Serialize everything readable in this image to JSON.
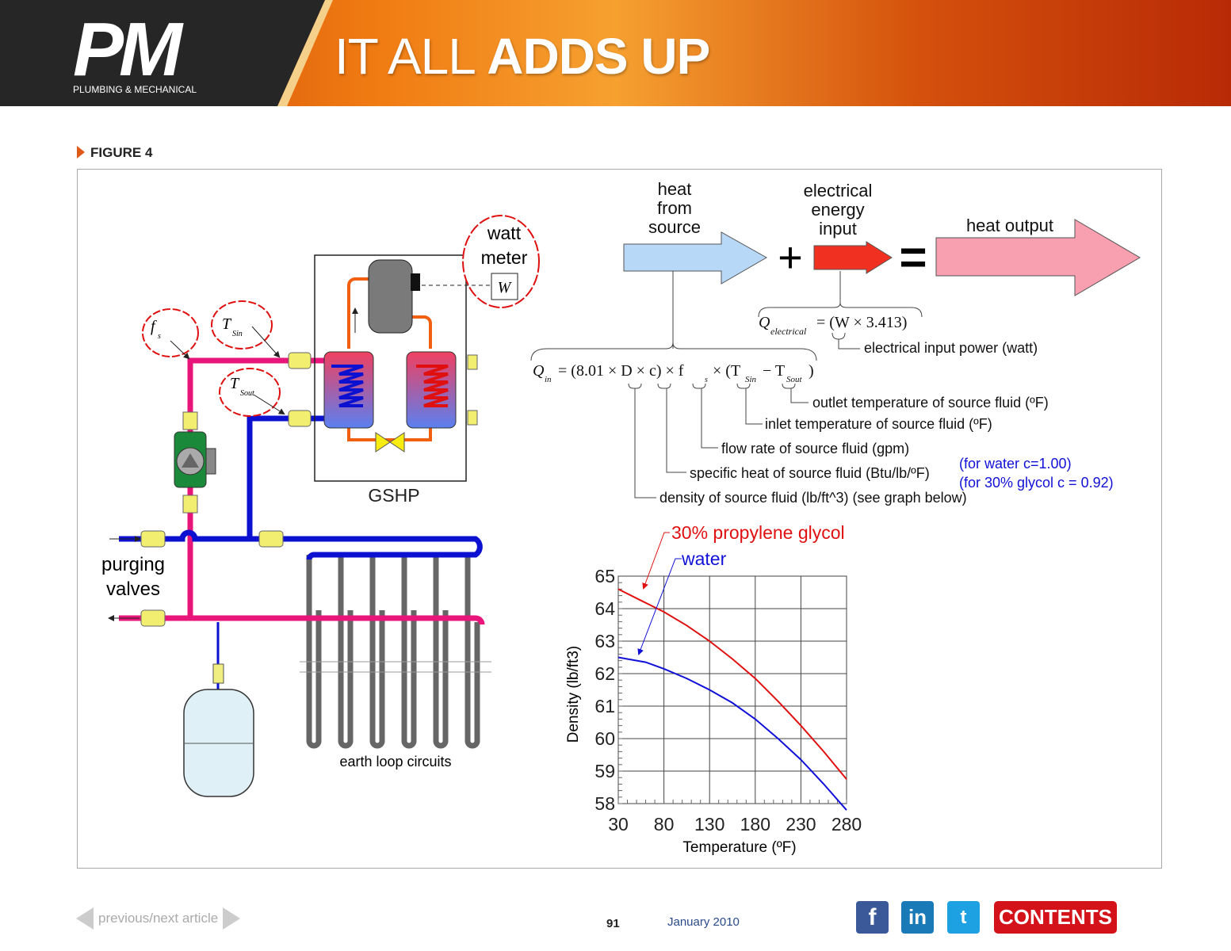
{
  "header": {
    "logo": "PM",
    "logo_sub": "PLUMBING & MECHANICAL",
    "headline_light": "IT ALL",
    "headline_bold": "ADDS UP"
  },
  "figure_label": "FIGURE 4",
  "diagram": {
    "watt_meter": [
      "watt",
      "meter"
    ],
    "watt_symbol": "W",
    "gshp": "GSHP",
    "fs": "f",
    "fs_sub": "s",
    "tsin": "T",
    "tsin_sub": "Sin",
    "tsout": "T",
    "tsout_sub": "Sout",
    "purging": [
      "purging",
      "valves"
    ],
    "earth_loop": "earth loop circuits"
  },
  "equation": {
    "heat_from_source": [
      "heat",
      "from",
      "source"
    ],
    "electrical_energy_input": [
      "electrical",
      "energy",
      "input"
    ],
    "heat_output": "heat output",
    "plus": "+",
    "equals": "=",
    "q_electrical": "Q",
    "q_electrical_sub": "electrical",
    "q_electrical_rhs": "= (W × 3.413)",
    "electrical_input_power": "electrical input power (watt)",
    "q_in": "Q",
    "q_in_sub": "in",
    "q_in_rhs": "= (8.01 × D × c) × f",
    "q_in_fs_sub": "s",
    "q_in_rest": "× (T",
    "q_in_tsin": "Sin",
    "q_in_minus": "− T",
    "q_in_tsout": "Sout",
    "q_in_close": ")",
    "outlet": "outlet temperature of source fluid (ºF)",
    "inlet": "inlet temperature of source fluid (ºF)",
    "flow": "flow rate of source fluid (gpm)",
    "specific_heat": "specific heat of source fluid (Btu/lb/ºF)",
    "water_c": "(for water c=1.00)",
    "glycol_c": "(for 30% glycol c = 0.92)",
    "density": "density of source fluid (lb/ft^3) (see graph below)"
  },
  "chart_data": {
    "type": "line",
    "xlabel": "Temperature (ºF)",
    "ylabel": "Density (lb/ft3)",
    "xlim": [
      30,
      280
    ],
    "ylim": [
      58,
      65
    ],
    "xticks": [
      "30",
      "80",
      "130",
      "180",
      "230",
      "280"
    ],
    "yticks": [
      "65",
      "64",
      "63",
      "62",
      "61",
      "60",
      "59",
      "58"
    ],
    "grid": true,
    "series": [
      {
        "name": "30% propylene glycol",
        "color": "#e01010",
        "x": [
          30,
          55,
          80,
          105,
          130,
          155,
          180,
          205,
          230,
          255,
          280
        ],
        "y": [
          64.6,
          64.25,
          63.9,
          63.48,
          63.0,
          62.45,
          61.85,
          61.15,
          60.4,
          59.6,
          58.75
        ]
      },
      {
        "name": "water",
        "color": "#1010d8",
        "x": [
          30,
          60,
          80,
          105,
          130,
          155,
          180,
          205,
          230,
          255,
          280
        ],
        "y": [
          62.5,
          62.35,
          62.15,
          61.85,
          61.5,
          61.1,
          60.6,
          60.0,
          59.35,
          58.6,
          57.8
        ]
      }
    ]
  },
  "footer": {
    "prev_next": "previous/next article",
    "page": "91",
    "issue": "January 2010",
    "facebook": "f",
    "linkedin": "in",
    "twitter": "t",
    "contents": "CONTENTS"
  },
  "colors": {
    "pink": "#e8157a",
    "blue": "#0c10d0",
    "orange": "#f06010",
    "accent": "#d4121a"
  }
}
